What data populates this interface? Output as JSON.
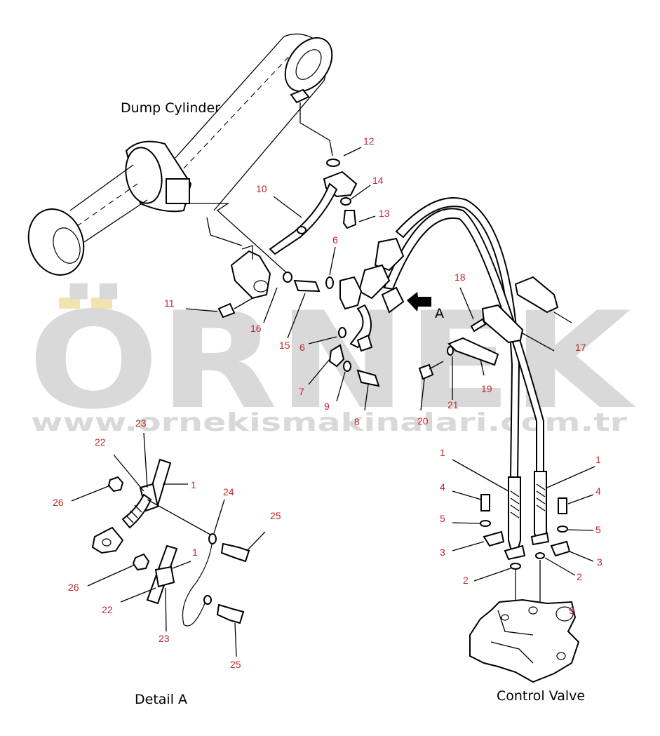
{
  "watermark": {
    "brand": "ÖRNEK",
    "url": "www.ornekismakinalari.com.tr",
    "color": "#d9d9d9",
    "accent": "#f3e3b0"
  },
  "titles": {
    "dump_cylinder": "Dump Cylinder",
    "detail_a": "Detail A",
    "control_valve": "Control Valve",
    "view_letter": "A"
  },
  "callouts": {
    "n1": "1",
    "n2": "2",
    "n3": "3",
    "n4": "4",
    "n5": "5",
    "n6": "6",
    "n7": "7",
    "n8": "8",
    "n9": "9",
    "n10": "10",
    "n11": "11",
    "n12": "12",
    "n13": "13",
    "n14": "14",
    "n15": "15",
    "n16": "16",
    "n17": "17",
    "n18": "18",
    "n19": "19",
    "n20": "20",
    "n21": "21",
    "n22": "22",
    "n23": "23",
    "n24": "24",
    "n25": "25",
    "n26": "26"
  },
  "colors": {
    "callout": "#c0282e",
    "line": "#000000"
  }
}
